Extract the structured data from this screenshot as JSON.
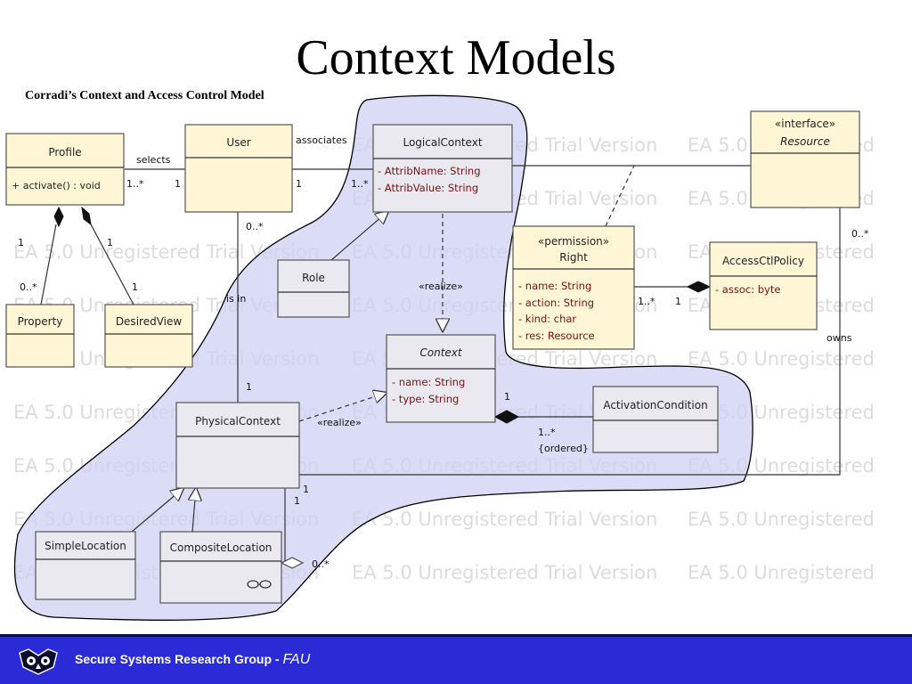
{
  "title": "Context Models",
  "subtitle": "Corradi’s Context and Access Control Model",
  "watermark": "EA 5.0 Unregistered Trial Version",
  "classes": {
    "profile": {
      "name": "Profile",
      "op": "+    activate() : void"
    },
    "user": {
      "name": "User"
    },
    "logical_context": {
      "name": "LogicalContext",
      "attrs": [
        "-    AttribName:  String",
        "-    AttribValue:  String"
      ]
    },
    "resource": {
      "stereotype": "«interface»",
      "name": "Resource"
    },
    "right": {
      "stereotype": "«permission»",
      "name": "Right",
      "attrs": [
        "-    name:  String",
        "-    action:  String",
        "-    kind:  char",
        "-    res:  Resource"
      ]
    },
    "access_policy": {
      "name": "AccessCtlPolicy",
      "attrs": [
        "-    assoc:  byte"
      ]
    },
    "role": {
      "name": "Role"
    },
    "property": {
      "name": "Property"
    },
    "desired_view": {
      "name": "DesiredView"
    },
    "context": {
      "name": "Context",
      "attrs": [
        "-    name:  String",
        "-    type:  String"
      ]
    },
    "physical_context": {
      "name": "PhysicalContext"
    },
    "activation_condition": {
      "name": "ActivationCondition"
    },
    "simple_location": {
      "name": "SimpleLocation"
    },
    "composite_location": {
      "name": "CompositeLocation"
    }
  },
  "labels": {
    "selects": "selects",
    "associates": "associates",
    "realize": "«realize»",
    "is_in": "is in",
    "owns": "owns",
    "ordered": "{ordered}",
    "m_one": "1",
    "m_one_many": "1..*",
    "m_zero_many": "0..*",
    "m_one_many_b": "1..*"
  },
  "footer": {
    "org": "Secure Systems Research Group - ",
    "fau": "FAU"
  }
}
